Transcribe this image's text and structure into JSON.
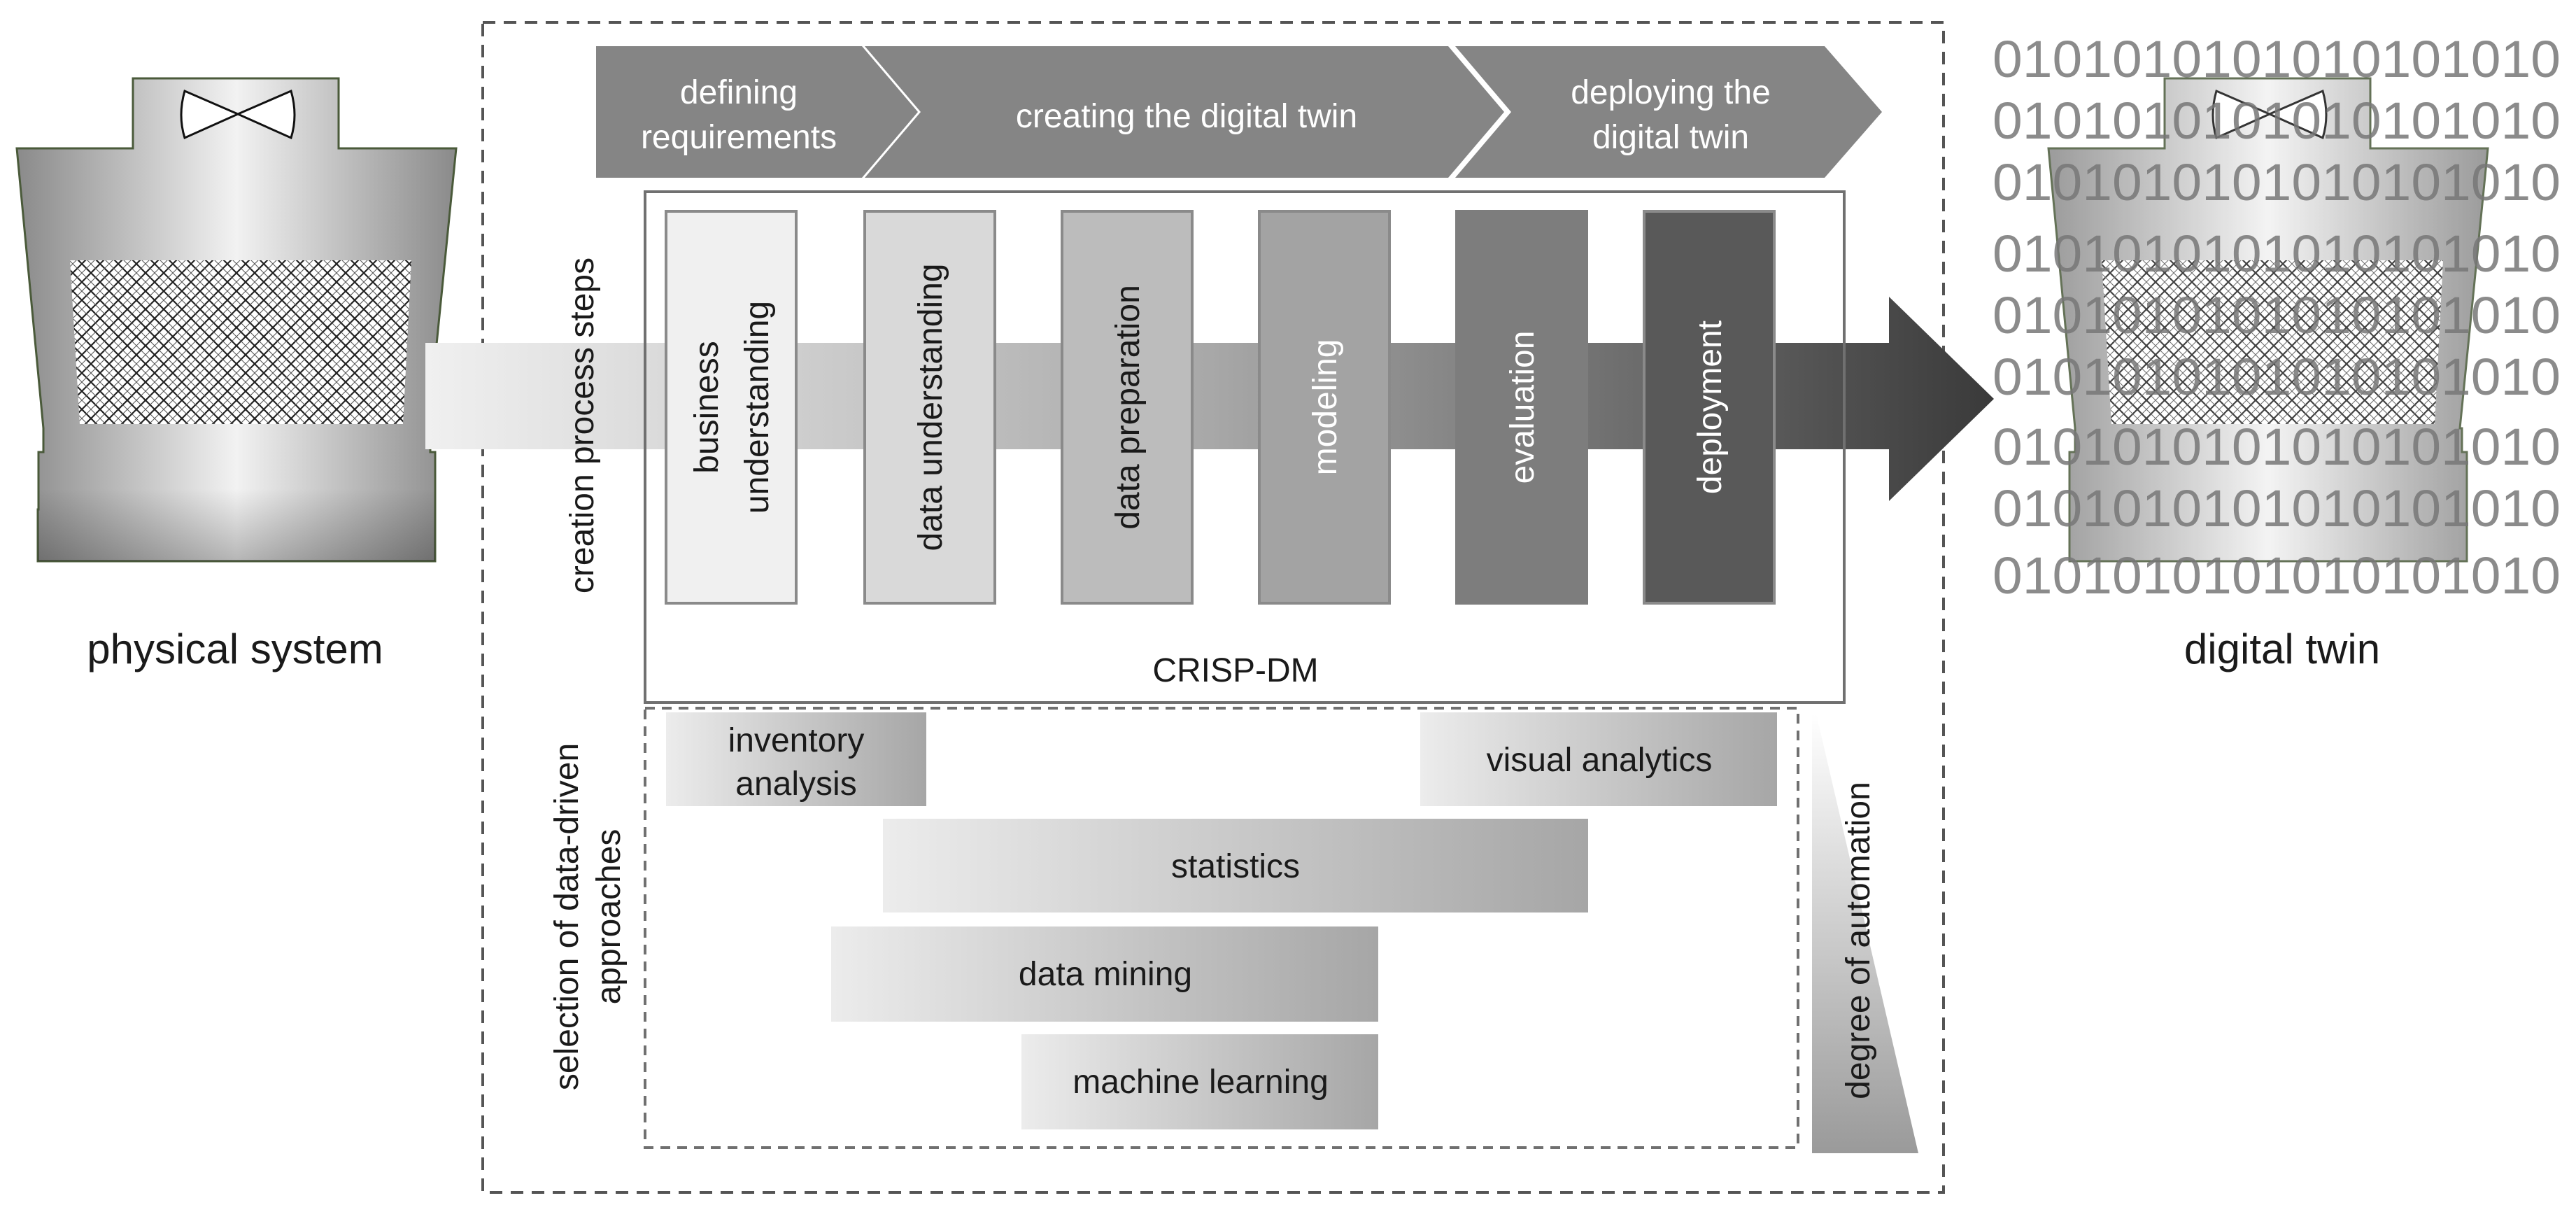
{
  "physical_system": {
    "label": "physical system"
  },
  "digital_twin": {
    "label": "digital twin",
    "binary_rows": [
      "0101010101010101010",
      "0101010101010101010",
      "0101010101010101010",
      "0101010101010101010",
      "0101010101010101010",
      "0101010101010101010",
      "0101010101010101010",
      "0101010101010101010",
      "0101010101010101010"
    ]
  },
  "phases": [
    {
      "line1": "defining",
      "line2": "requirements",
      "color": "#858585"
    },
    {
      "line1": "creating the digital twin",
      "line2": "",
      "color": "#858585"
    },
    {
      "line1": "deploying the",
      "line2": "digital twin",
      "color": "#858585"
    }
  ],
  "section_labels": {
    "creation": "creation process steps",
    "selection_line1": "selection of data-driven",
    "selection_line2": "approaches",
    "automation": "degree of automation"
  },
  "crisp_dm": {
    "label": "CRISP-DM",
    "steps": [
      {
        "line1": "business",
        "line2": "understanding",
        "fill": "#f0f0f0",
        "text_color": "#1a1a1a"
      },
      {
        "line1": "data understanding",
        "line2": "",
        "fill": "#d9d9d9",
        "text_color": "#1a1a1a"
      },
      {
        "line1": "data preparation",
        "line2": "",
        "fill": "#bcbcbc",
        "text_color": "#1a1a1a"
      },
      {
        "line1": "modeling",
        "line2": "",
        "fill": "#a3a3a3",
        "text_color": "#ffffff"
      },
      {
        "line1": "evaluation",
        "line2": "",
        "fill": "#7d7d7d",
        "text_color": "#ffffff"
      },
      {
        "line1": "deployment",
        "line2": "",
        "fill": "#595959",
        "text_color": "#ffffff"
      }
    ]
  },
  "approaches": [
    {
      "line1": "inventory",
      "line2": "analysis"
    },
    {
      "line1": "visual analytics",
      "line2": ""
    },
    {
      "line1": "statistics",
      "line2": ""
    },
    {
      "line1": "data mining",
      "line2": ""
    },
    {
      "line1": "machine learning",
      "line2": ""
    }
  ]
}
